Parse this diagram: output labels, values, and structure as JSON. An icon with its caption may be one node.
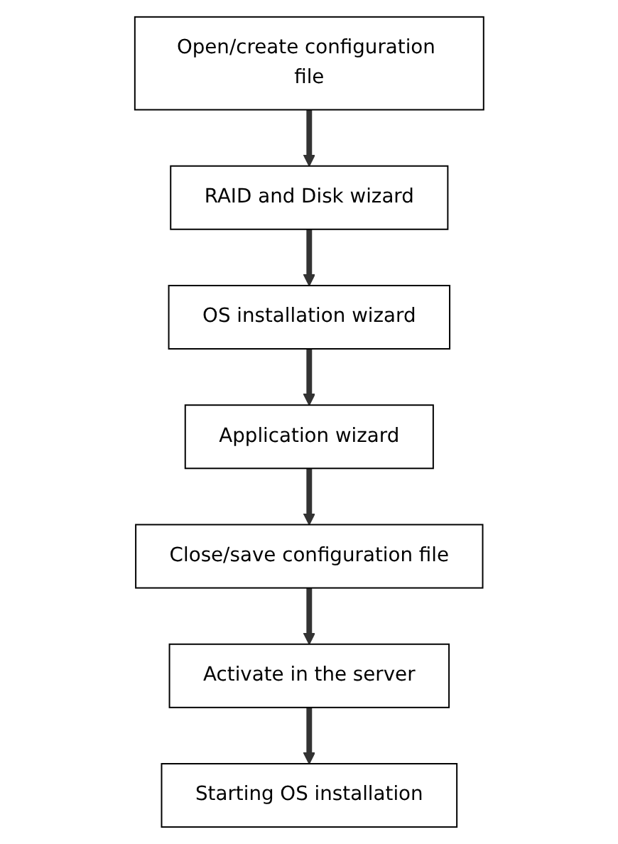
{
  "diagram": {
    "nodes": [
      {
        "text": [
          "Open/create configuration file"
        ]
      },
      {
        "text": [
          "RAID and Disk wizard"
        ]
      },
      {
        "text": [
          "OS installation wizard"
        ]
      },
      {
        "text": [
          "Application wizard"
        ]
      },
      {
        "text": [
          "Close/save configuration file"
        ]
      },
      {
        "text": [
          "Activate in the server"
        ]
      },
      {
        "text": [
          "Starting OS installation"
        ]
      }
    ],
    "edges": [
      {
        "from": 0,
        "to": 1,
        "arrow": "to"
      },
      {
        "from": 1,
        "to": 2,
        "arrow": "to"
      },
      {
        "from": 2,
        "to": 3,
        "arrow": "to"
      },
      {
        "from": 3,
        "to": 4,
        "arrow": "to"
      },
      {
        "from": 4,
        "to": 5,
        "arrow": "to"
      },
      {
        "from": 5,
        "to": 6,
        "arrow": "to"
      }
    ]
  }
}
